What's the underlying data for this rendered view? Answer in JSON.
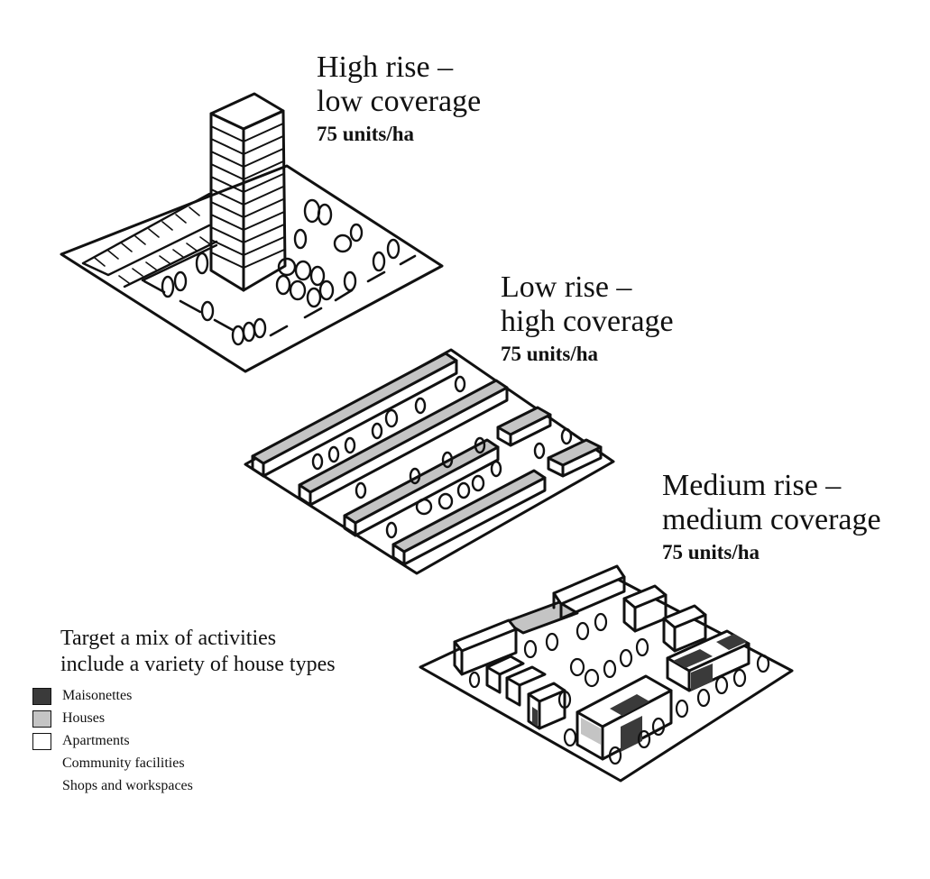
{
  "diagrams": [
    {
      "id": "high-rise",
      "title_line1": "High rise –",
      "title_line2": "low coverage",
      "density": "75 units/ha"
    },
    {
      "id": "low-rise",
      "title_line1": "Low rise –",
      "title_line2": "high coverage",
      "density": "75 units/ha"
    },
    {
      "id": "medium-rise",
      "title_line1": "Medium rise –",
      "title_line2": "medium coverage",
      "density": "75 units/ha"
    }
  ],
  "legend": {
    "heading_line1": "Target a mix of activities",
    "heading_line2": "include a variety of house types",
    "items": [
      {
        "label": "Maisonettes",
        "color": "#3a3a3a"
      },
      {
        "label": "Houses",
        "color": "#c4c4c4"
      },
      {
        "label": "Apartments",
        "color": "#ffffff"
      },
      {
        "label": "Community facilities",
        "color": ""
      },
      {
        "label": "Shops and workspaces",
        "color": ""
      }
    ]
  }
}
